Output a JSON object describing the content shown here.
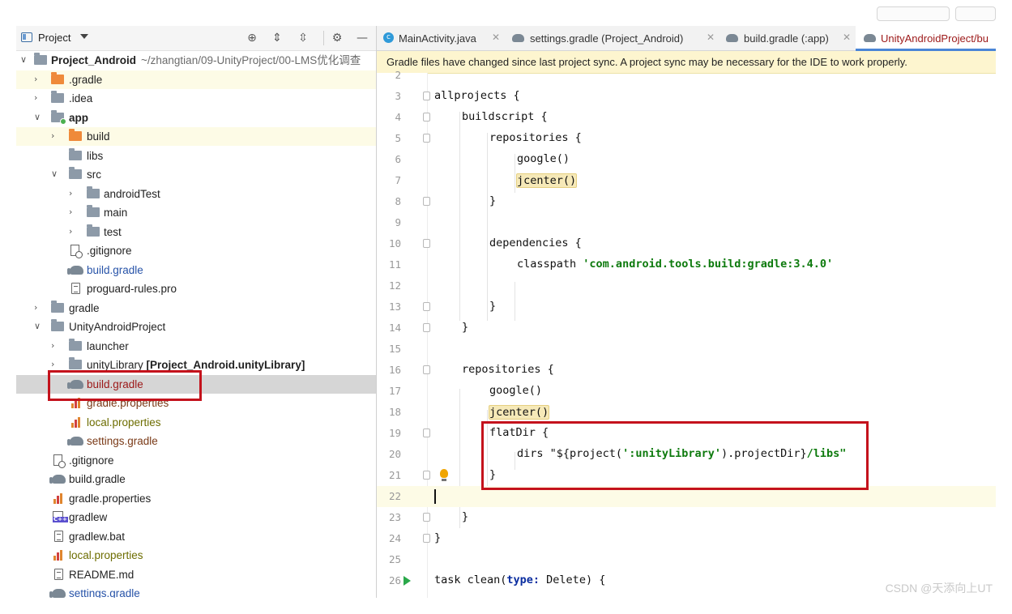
{
  "project_panel": {
    "title": "Project",
    "tree": [
      {
        "label": "Project_Android",
        "path": "~/zhangtian/09-UnityProject/00-LMS优化调查",
        "bold": true
      },
      {
        "label": ".gradle"
      },
      {
        "label": ".idea"
      },
      {
        "label": "app",
        "bold": true
      },
      {
        "label": "build"
      },
      {
        "label": "libs"
      },
      {
        "label": "src"
      },
      {
        "label": "androidTest"
      },
      {
        "label": "main"
      },
      {
        "label": "test"
      },
      {
        "label": ".gitignore"
      },
      {
        "label": "build.gradle"
      },
      {
        "label": "proguard-rules.pro"
      },
      {
        "label": "gradle"
      },
      {
        "label": "UnityAndroidProject"
      },
      {
        "label": "launcher"
      },
      {
        "label": "unityLibrary",
        "suffix": "[Project_Android.unityLibrary]"
      },
      {
        "label": "build.gradle",
        "selected": true
      },
      {
        "label": "gradle.properties"
      },
      {
        "label": "local.properties"
      },
      {
        "label": "settings.gradle"
      },
      {
        "label": ".gitignore"
      },
      {
        "label": "build.gradle"
      },
      {
        "label": "gradle.properties"
      },
      {
        "label": "gradlew"
      },
      {
        "label": "gradlew.bat"
      },
      {
        "label": "local.properties"
      },
      {
        "label": "README.md"
      },
      {
        "label": "settings.gradle"
      }
    ]
  },
  "tabs": [
    {
      "label": "MainActivity.java",
      "icon": "c"
    },
    {
      "label": "settings.gradle (Project_Android)",
      "icon": "gradle-elephant"
    },
    {
      "label": "build.gradle (:app)",
      "icon": "gradle-elephant"
    },
    {
      "label": "UnityAndroidProject/bu",
      "icon": "gradle-elephant",
      "active": true
    }
  ],
  "banner": "Gradle files have changed since last project sync. A project sync may be necessary for the IDE to work properly.",
  "code": {
    "line_numbers": [
      "2",
      "3",
      "4",
      "5",
      "6",
      "7",
      "8",
      "9",
      "10",
      "11",
      "12",
      "13",
      "14",
      "15",
      "16",
      "17",
      "18",
      "19",
      "20",
      "21",
      "22",
      "23",
      "24",
      "25",
      "26"
    ],
    "l3": "allprojects {",
    "l4": "buildscript {",
    "l5": "repositories {",
    "l6": "google()",
    "l7": "jcenter()",
    "l8": "}",
    "l10": "dependencies {",
    "l11_kw": "classpath",
    "l11_str": "'com.android.tools.build:gradle:3.4.0'",
    "l13": "}",
    "l14": "}",
    "l16": "repositories {",
    "l17": "google()",
    "l18": "jcenter()",
    "l19": "flatDir {",
    "l20_kw": "dirs",
    "l20_a": "\"${project(",
    "l20_b": "':unityLibrary'",
    "l20_c": ").projectDir}",
    "l20_d": "/libs\"",
    "l21": "}",
    "l23": "}",
    "l24": "}",
    "l26_a": "task clean(",
    "l26_kw": "type:",
    "l26_b": " Delete) {"
  },
  "watermark": "CSDN @天添向上UT"
}
